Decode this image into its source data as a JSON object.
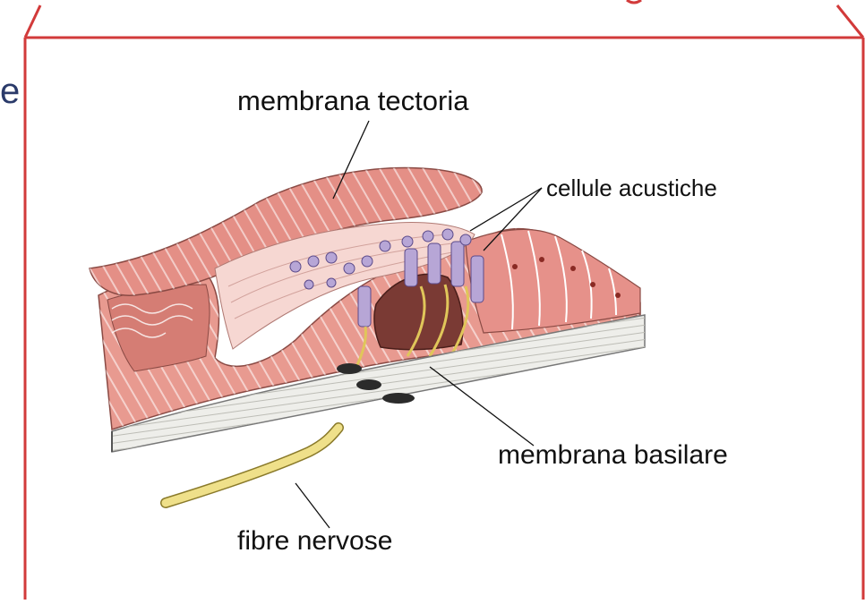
{
  "labels": {
    "tectorial_membrane": "membrana tectoria",
    "acoustic_cells": "cellule acustiche",
    "basilar_membrane": "membrana basilare",
    "nerve_fibers": "fibre nervose"
  },
  "edge_glyph": "e",
  "colors": {
    "frame": "#d23a3a",
    "tissue": "#e89a90",
    "tissue_dark": "#c9665e",
    "membrane": "#eeeeea",
    "nerve": "#efe08a",
    "hair_cells": "#b7a6d6"
  }
}
